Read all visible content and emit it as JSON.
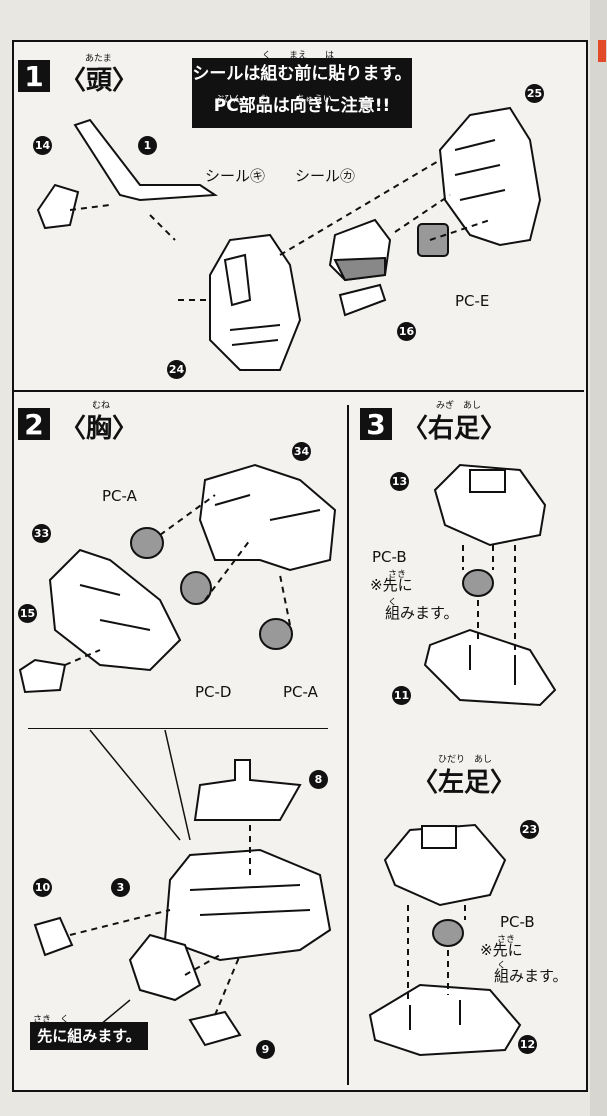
{
  "step1": {
    "number": "1",
    "title": "〈頭〉",
    "title_ruby": "あたま",
    "notice_line1": "シールは組む前に貼ります。",
    "notice_line1_ruby": "く　　まえ　　は",
    "notice_line2": "PC部品は向きに注意!!",
    "notice_line2_ruby": "ぶひん　　む　　　ちゅうい",
    "sticker_ki": "シール㋖",
    "sticker_ka": "シール㋕",
    "pc_label": "PC-E",
    "parts": [
      "25",
      "14",
      "1",
      "24",
      "16"
    ]
  },
  "step2": {
    "number": "2",
    "title": "〈胸〉",
    "title_ruby": "むね",
    "labels": [
      "PC-A",
      "PC-D",
      "PC-A"
    ],
    "parts": [
      "34",
      "33",
      "15"
    ]
  },
  "step3": {
    "number": "3",
    "title": "〈右足〉",
    "title_ruby": "みぎ　あし",
    "pc_label": "PC-B",
    "note_line1": "※先に",
    "note_ruby": "さき",
    "note_line2": "組みます。",
    "note_line2_ruby": "く",
    "parts": [
      "13",
      "11"
    ]
  },
  "left_foot": {
    "title": "〈左足〉",
    "title_ruby": "ひだり　あし",
    "pc_label": "PC-B",
    "note_line1": "※先に",
    "note_ruby": "さき",
    "note_line2": "組みます。",
    "note_line2_ruby": "く",
    "parts": [
      "23",
      "12"
    ]
  },
  "subassembly": {
    "parts": [
      "8",
      "10",
      "3",
      "9"
    ],
    "note": "先に組みます。",
    "note_ruby": "さき　く"
  }
}
